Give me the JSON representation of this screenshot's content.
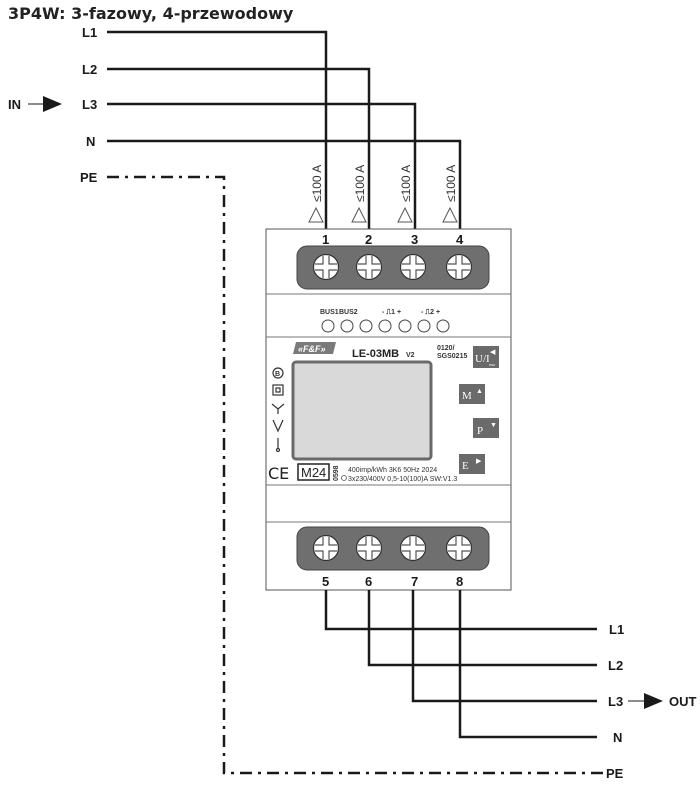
{
  "title": "3P4W: 3-fazowy, 4-przewodowy",
  "inputs": {
    "direction_label": "IN",
    "lines": [
      "L1",
      "L2",
      "L3",
      "N",
      "PE"
    ]
  },
  "outputs": {
    "direction_label": "OUT",
    "lines": [
      "L1",
      "L2",
      "L3",
      "N",
      "PE"
    ]
  },
  "current_limit_label": "≤100 A",
  "top_terminals": [
    "1",
    "2",
    "3",
    "4"
  ],
  "bottom_terminals": [
    "5",
    "6",
    "7",
    "8"
  ],
  "device": {
    "brand": "«F&F»",
    "model": "LE-03MB",
    "version": "V2",
    "cert_line1": "0120/",
    "cert_line2": "SGS0215",
    "bus_labels": [
      "BUS1",
      "BUS2"
    ],
    "pulse_labels": [
      "- ⎍1 +",
      "- ⎍2 +"
    ],
    "buttons": [
      {
        "label": "U/I",
        "arrow": "◀",
        "sub": "esc"
      },
      {
        "label": "M",
        "arrow": "▲"
      },
      {
        "label": "P",
        "arrow": "▼"
      },
      {
        "label": "E",
        "arrow": "▶"
      }
    ],
    "ce_mark": "CE",
    "metrology_mark": "M24",
    "notified_body": "0598",
    "spec_line1": "400imp/kWh   3K6   50Hz   2024",
    "spec_line2": "3x230/400V  0,5-10(100)A  SW:V1.3",
    "side_icons": [
      "b-class-icon",
      "double-insulation-icon",
      "star-connection-icon",
      "v-icon",
      "thermometer-icon"
    ]
  },
  "colors": {
    "line": "#1a1a1a",
    "terminal_block": "#6f6f6f",
    "button": "#6a6a6a",
    "display": "#d9d9d9",
    "device_body": "#ffffff"
  }
}
